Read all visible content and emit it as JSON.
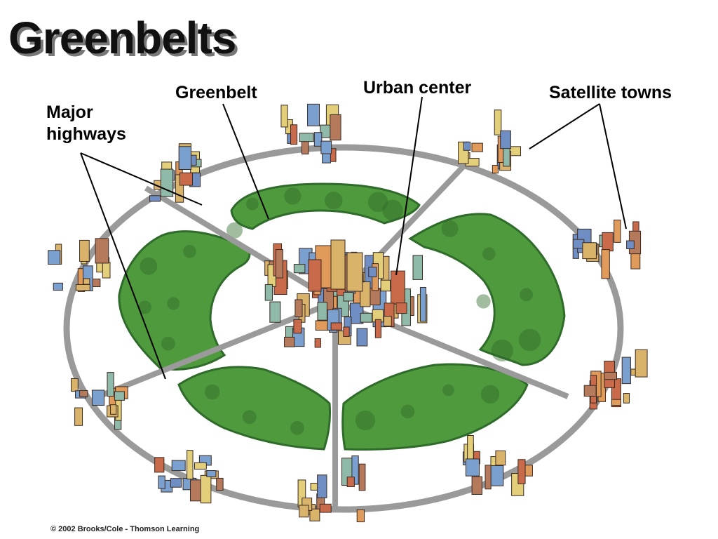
{
  "title": "Greenbelts",
  "labels": {
    "greenbelt": "Greenbelt",
    "urban_center": "Urban center",
    "satellite_towns": "Satellite towns",
    "major_highways_line1": "Major",
    "major_highways_line2": "highways"
  },
  "copyright": "© 2002 Brooks/Cole - Thomson Learning",
  "colors": {
    "forest": "#4f9a3c",
    "forest_dark": "#2f6b2a",
    "road": "#9a9a9a",
    "buildings": [
      "#c96a4a",
      "#e3cf7a",
      "#6f8fc4",
      "#8fb9a8",
      "#b57a5c",
      "#d9b36a",
      "#7aa0d0",
      "#e09a5a"
    ]
  }
}
